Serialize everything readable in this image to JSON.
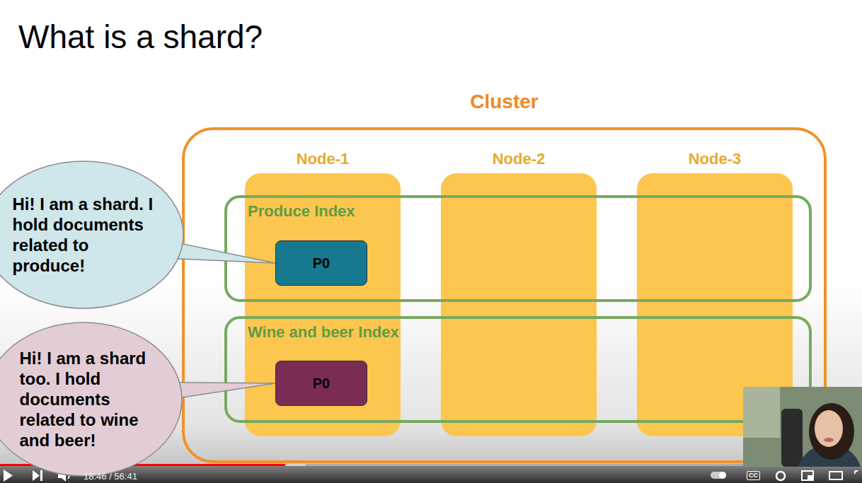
{
  "diagram": {
    "title": "What is a shard?",
    "nodes": [
      {
        "text": [
          "Cluster"
        ]
      },
      {
        "text": [
          "Node-1"
        ],
        "in": 0
      },
      {
        "text": [
          "Node-2"
        ],
        "in": 0
      },
      {
        "text": [
          "Node-3"
        ],
        "in": 0
      },
      {
        "text": [
          "Produce Index"
        ],
        "in": 0
      },
      {
        "text": [
          "P0"
        ],
        "in": 4
      },
      {
        "text": [
          "Wine and beer Index"
        ],
        "in": 0
      },
      {
        "text": [
          "P0"
        ],
        "in": 6
      },
      {
        "text": [
          "Hi! I am a shard. I hold documents related to produce!"
        ]
      },
      {
        "text": [
          "Hi! I am a shard too. I hold documents related to wine and beer!"
        ]
      }
    ],
    "edges": [
      {
        "from": 8,
        "to": 5,
        "arrow": "none"
      },
      {
        "from": 9,
        "to": 7,
        "arrow": "none"
      }
    ],
    "labels": [
      "18:46 / 56:41",
      "CC"
    ]
  }
}
